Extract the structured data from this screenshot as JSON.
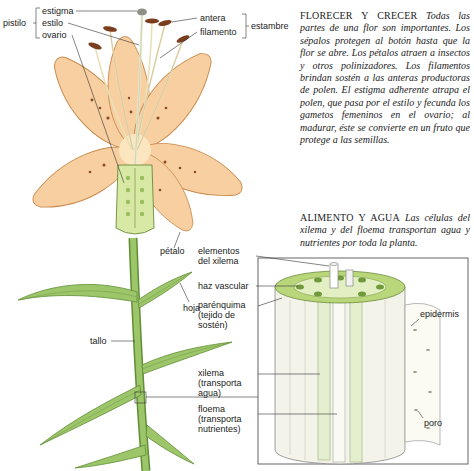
{
  "diagram": {
    "labels": [
      "estigma",
      "estilo",
      "ovario",
      "pistilo",
      "antera",
      "filamento",
      "estambre",
      "FLORECER Y CRECER",
      "Todas las partes de una flor son importantes. Los sépalos protegen al botón hasta que la flor se abre. Los pétalos atraen a insectos y otros polinizadores. Los filamentos brindan sostén a las anteras productoras de polen. El estigma adherente atrapa el polen, que pasa por el estilo y fecunda los gametos femeninos en el ovario; al madurar, éste se convierte en un fruto que protege a las semillas.",
      "pétalo",
      "ALIMENTO Y AGUA",
      "Las células del xilema y del floema transportan agua y nutrientes por toda la planta.",
      "hoja",
      "tallo",
      "elementos del xilema",
      "haz vascular",
      "parénquima (tejido de sostén)",
      "xilema (transporta agua)",
      "floema (transporta nutrientes)",
      "epidermis",
      "poro"
    ]
  }
}
